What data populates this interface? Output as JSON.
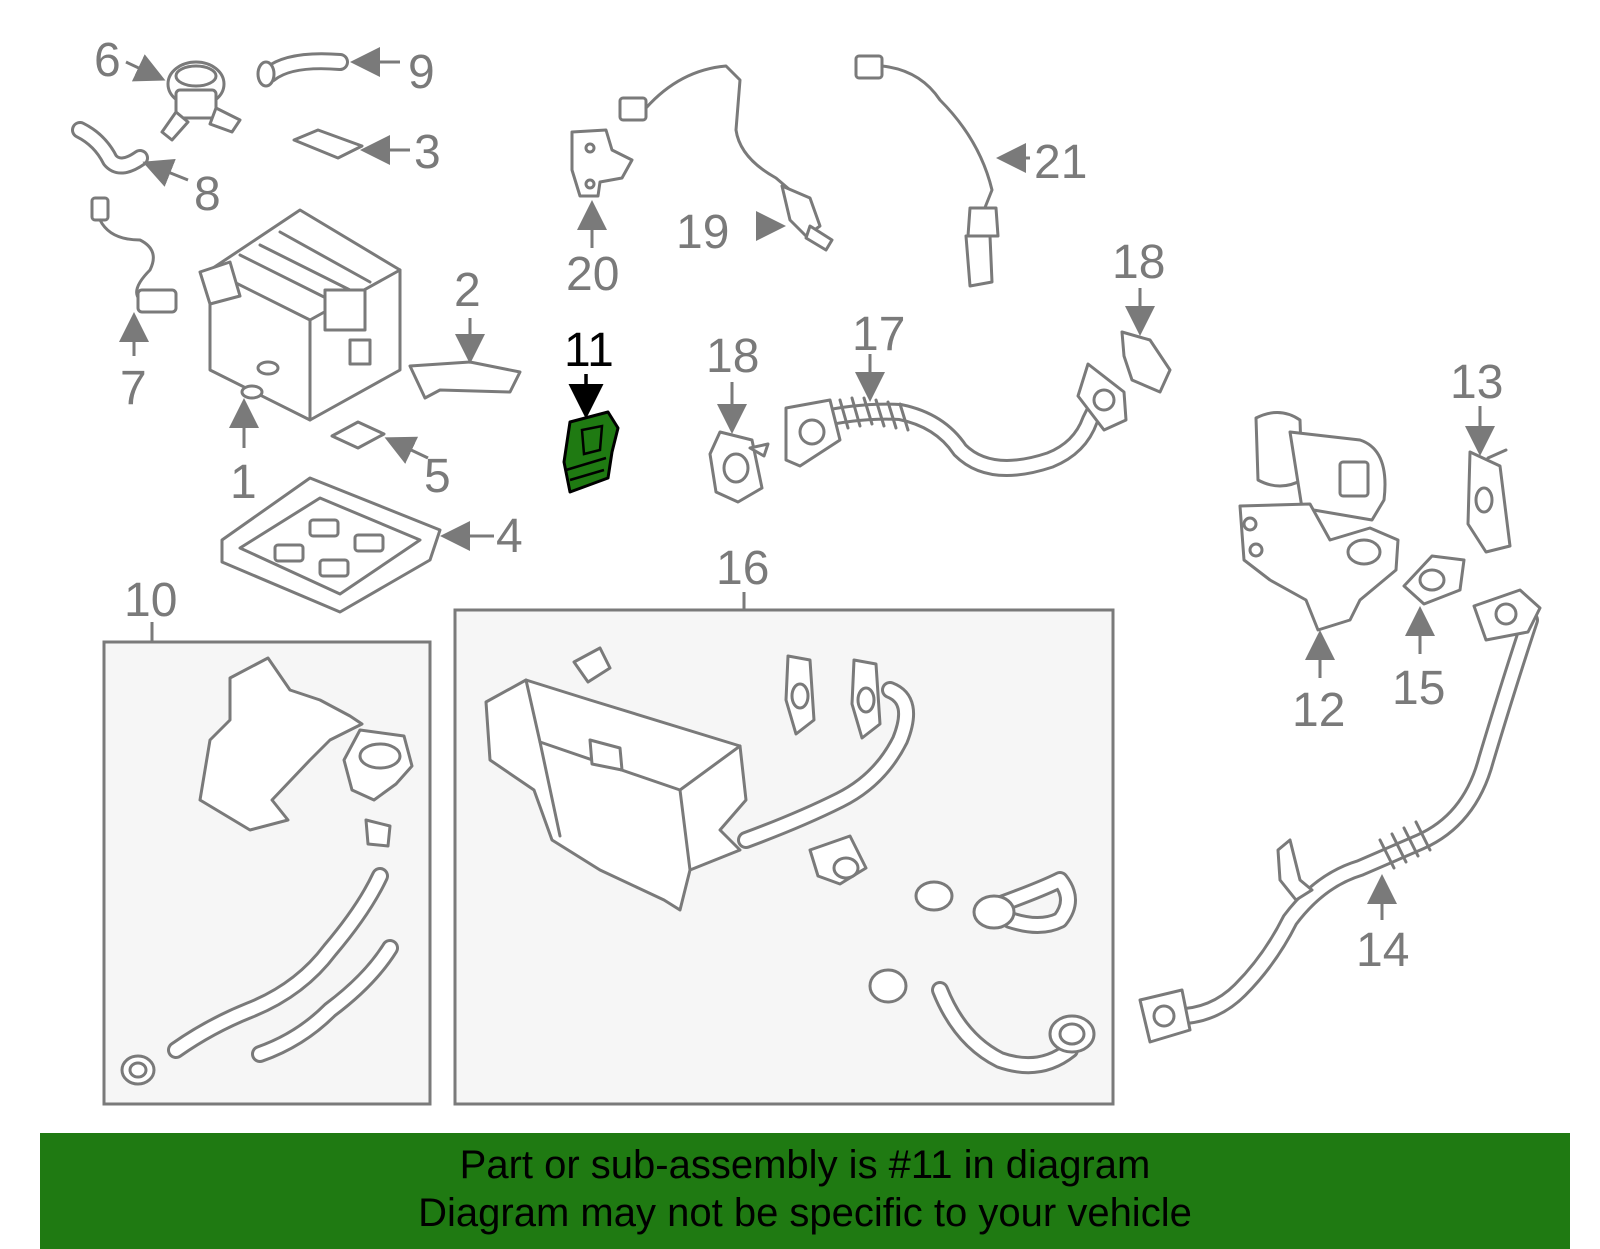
{
  "callouts": {
    "c1": "1",
    "c2": "2",
    "c3": "3",
    "c4": "4",
    "c5": "5",
    "c6": "6",
    "c7": "7",
    "c8": "8",
    "c9": "9",
    "c10": "10",
    "c11": "11",
    "c12": "12",
    "c13": "13",
    "c14": "14",
    "c15": "15",
    "c16": "16",
    "c17": "17",
    "c18a": "18",
    "c18b": "18",
    "c19": "19",
    "c20": "20",
    "c21": "21"
  },
  "highlight": {
    "part": "11",
    "color": "#1f7a12"
  },
  "footer": {
    "line1": "Part or sub-assembly is #11 in diagram",
    "line2": "Diagram may not be specific to your vehicle",
    "background": "#1f7a12"
  }
}
